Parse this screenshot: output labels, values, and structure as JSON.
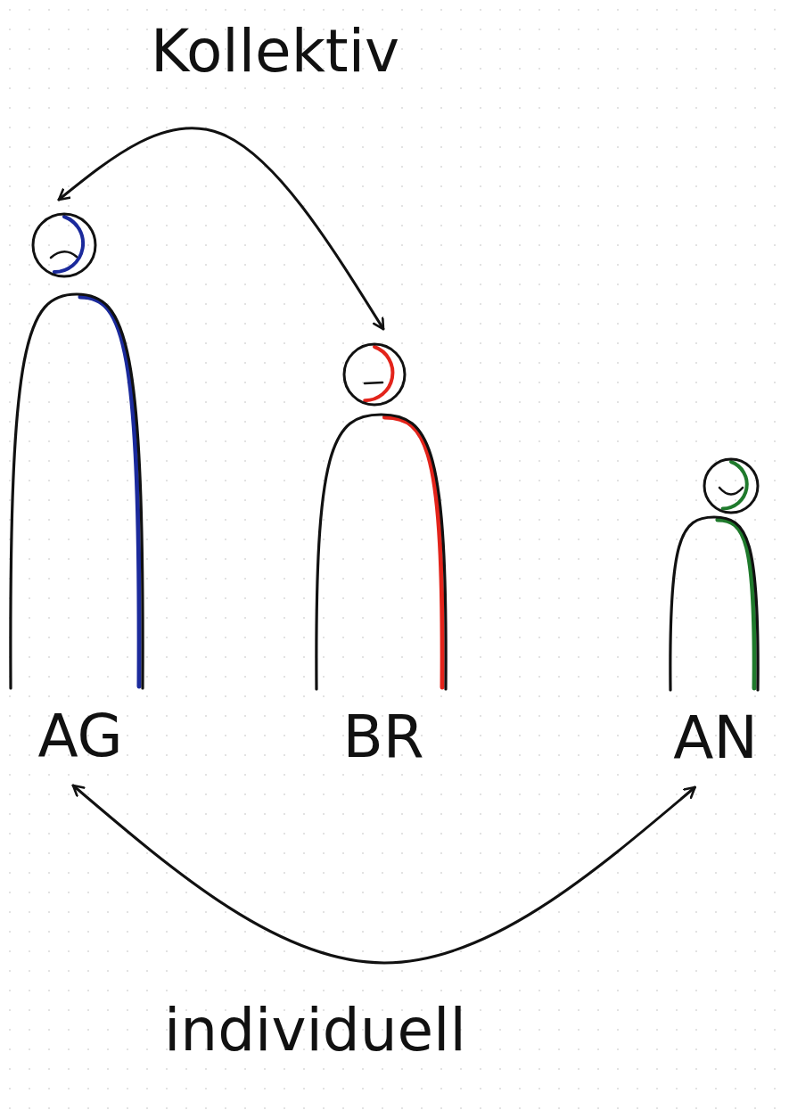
{
  "diagram": {
    "nodes": [
      {
        "text": [
          "AG"
        ]
      },
      {
        "text": [
          "BR"
        ]
      },
      {
        "text": [
          "AN"
        ]
      }
    ],
    "edges": [
      {
        "from": 0,
        "to": 1,
        "label": "Kollektiv",
        "arrow": "both"
      },
      {
        "from": 0,
        "to": 2,
        "label": "individuell",
        "arrow": "both"
      }
    ]
  }
}
